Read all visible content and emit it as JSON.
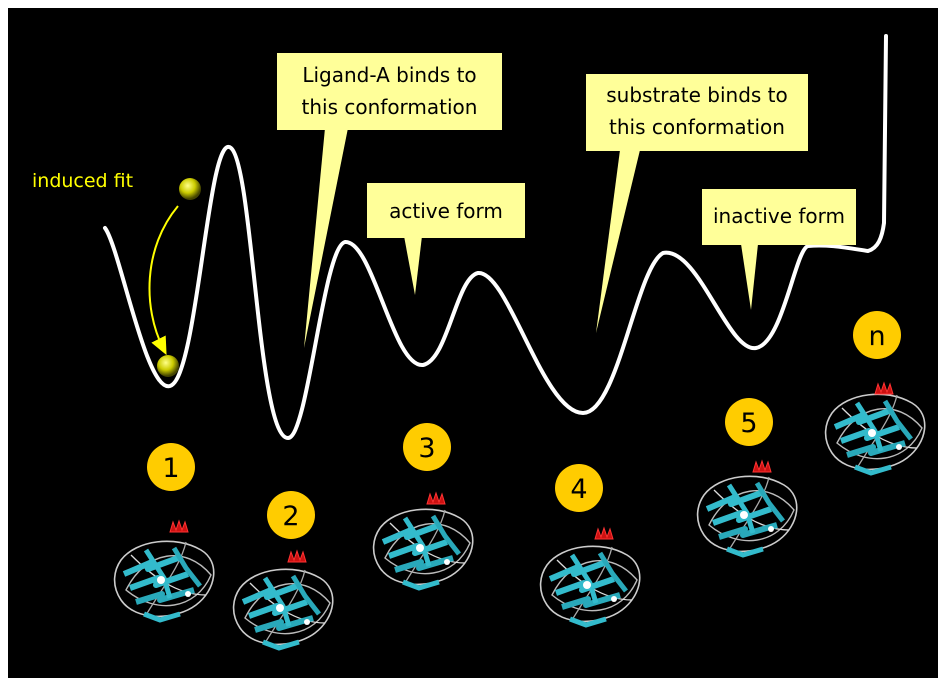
{
  "annotations": {
    "induced_fit": "induced fit"
  },
  "callouts": {
    "ligand_line1": "Ligand-A binds to",
    "ligand_line2": "this conformation",
    "substrate_line1": "substrate binds to",
    "substrate_line2": "this conformation",
    "active": "active form",
    "inactive": "inactive form"
  },
  "states": [
    "1",
    "2",
    "3",
    "4",
    "5",
    "n"
  ],
  "colors": {
    "background": "#000000",
    "curve": "#ffffff",
    "callout_fill": "#ffff99",
    "state_badge": "#ffcc00",
    "annotation": "#ffff00",
    "protein_helix": "#33bbcc",
    "ligand": "#cc1111"
  },
  "icons": [
    "protein-structure-icon",
    "ligand-icon",
    "ball-icon"
  ]
}
